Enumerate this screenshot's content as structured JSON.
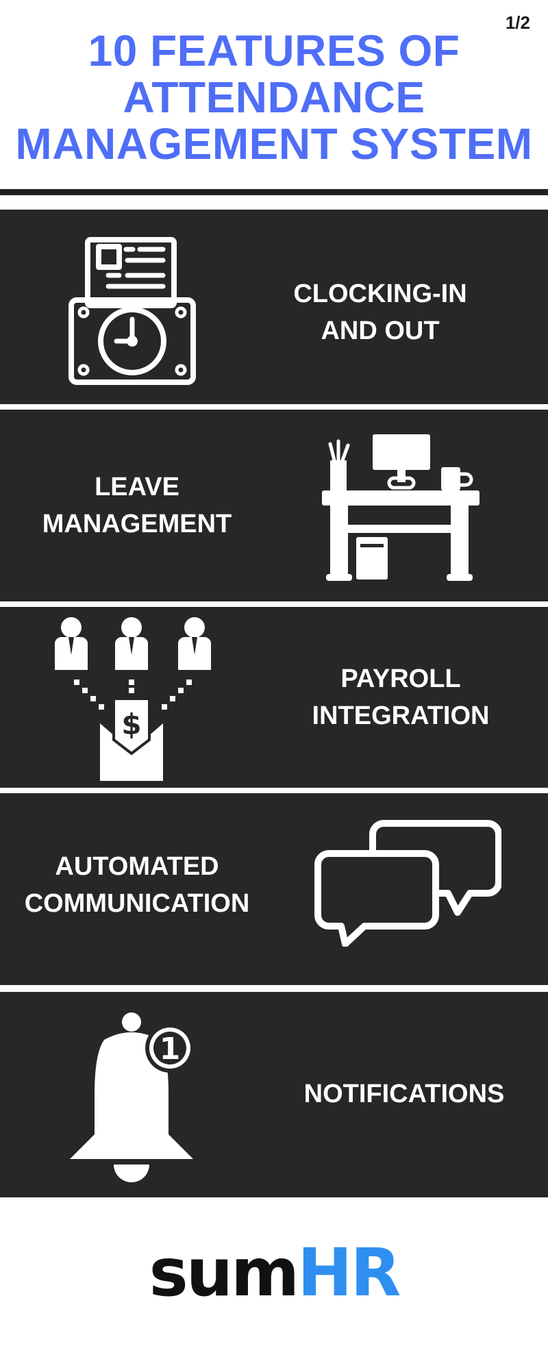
{
  "page_indicator": "1/2",
  "title": {
    "line1": "10 FEATURES OF",
    "line2": "ATTENDANCE",
    "line3": "MANAGEMENT SYSTEM"
  },
  "features": [
    {
      "line1": "CLOCKING-IN",
      "line2": "AND OUT",
      "icon": "time-clock-icon"
    },
    {
      "line1": "LEAVE",
      "line2": "MANAGEMENT",
      "icon": "office-desk-icon"
    },
    {
      "line1": "PAYROLL",
      "line2": "INTEGRATION",
      "icon": "payroll-envelope-icon"
    },
    {
      "line1": "AUTOMATED",
      "line2": "COMMUNICATION",
      "icon": "chat-bubbles-icon"
    },
    {
      "line1": "NOTIFICATIONS",
      "icon": "notification-bell-icon",
      "badge": "1"
    }
  ],
  "logo": {
    "part1": "sum",
    "part2": "HR"
  },
  "colors": {
    "title": "#4f6ef7",
    "panel": "#272727",
    "logo_dark": "#111111",
    "logo_accent": "#2f8ff0"
  }
}
